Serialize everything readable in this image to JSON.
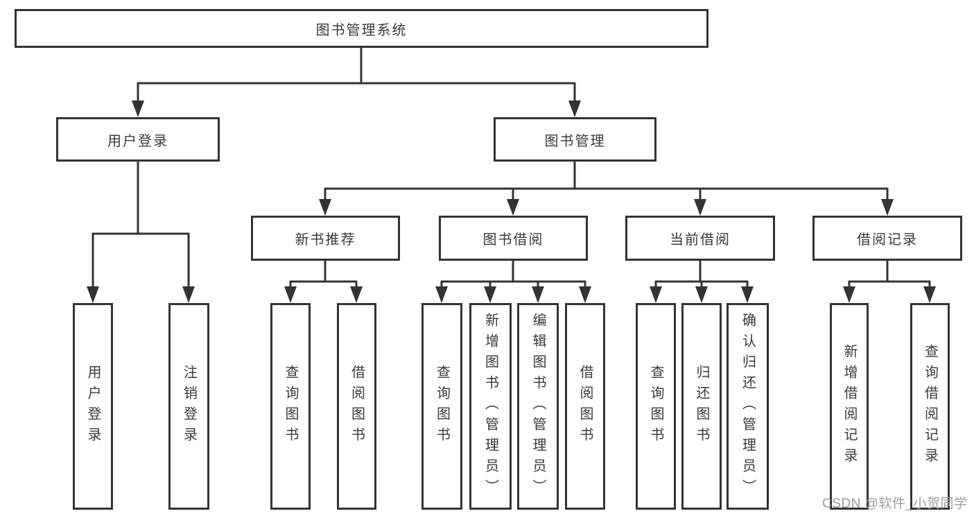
{
  "tree": {
    "root": {
      "label": "图书管理系统"
    },
    "branches": [
      {
        "label": "用户登录",
        "children": [
          {
            "label": "用户登录"
          },
          {
            "label": "注销登录"
          }
        ]
      },
      {
        "label": "图书管理",
        "groups": [
          {
            "label": "新书推荐",
            "children": [
              {
                "label": "查询图书"
              },
              {
                "label": "借阅图书"
              }
            ]
          },
          {
            "label": "图书借阅",
            "children": [
              {
                "label": "查询图书"
              },
              {
                "label": "新增图书（管理员）"
              },
              {
                "label": "编辑图书（管理员）"
              },
              {
                "label": "借阅图书"
              }
            ]
          },
          {
            "label": "当前借阅",
            "children": [
              {
                "label": "查询图书"
              },
              {
                "label": "归还图书"
              },
              {
                "label": "确认归还（管理员）"
              }
            ]
          },
          {
            "label": "借阅记录",
            "children": [
              {
                "label": "新增借阅记录"
              },
              {
                "label": "查询借阅记录"
              }
            ]
          }
        ]
      }
    ]
  },
  "watermark": {
    "text": "CSDN @软件_小贺同学"
  },
  "colors": {
    "line": "#333333",
    "box_border": "#333333",
    "text": "#3a3a3a",
    "watermark_text": "#9c9c9c",
    "background": "#ffffff"
  }
}
